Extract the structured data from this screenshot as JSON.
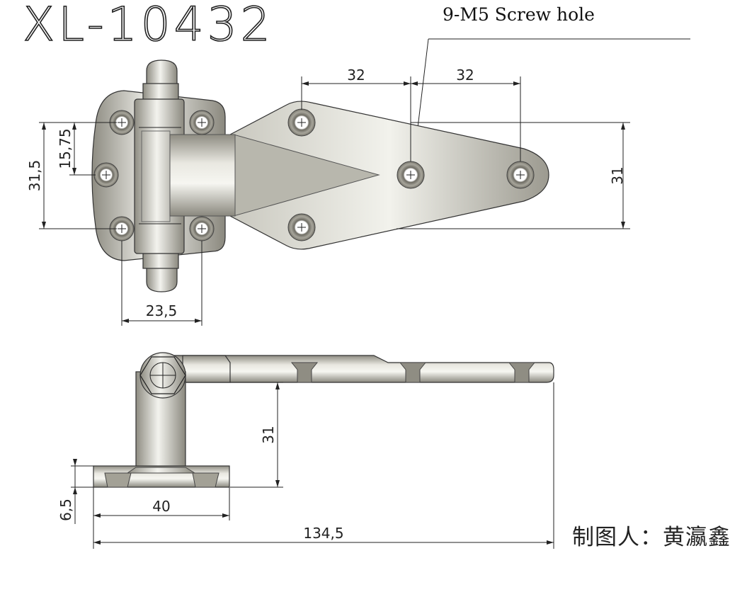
{
  "title": "XL-10432",
  "callout": "9-M5 Screw hole",
  "author": "制图人：黄瀛鑫",
  "dimensions": {
    "top_spacing_left": "32",
    "top_spacing_right": "32",
    "height_total": "31,5",
    "height_half": "15,75",
    "leaf_height": "31",
    "knuckle_width": "23,5",
    "side_height": "31",
    "base_thickness": "6,5",
    "base_width": "40",
    "overall_length": "134,5"
  }
}
